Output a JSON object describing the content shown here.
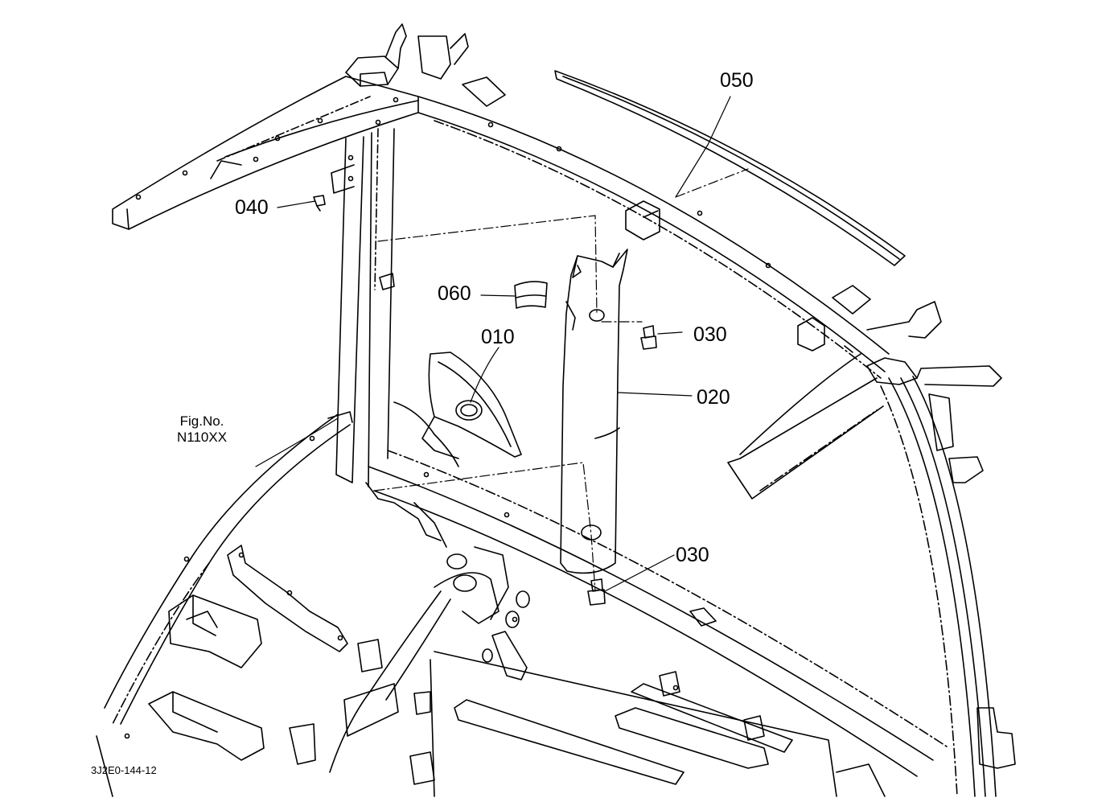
{
  "callouts": {
    "p050": "050",
    "p040": "040",
    "p060": "060",
    "p030_top": "030",
    "p010": "010",
    "p020": "020",
    "p030_bottom": "030"
  },
  "figure_ref": {
    "line1": "Fig.No.",
    "line2": "N110XX"
  },
  "drawing_id": "3J2E0-144-12",
  "colors": {
    "ink": "#000000",
    "paper": "#ffffff"
  }
}
